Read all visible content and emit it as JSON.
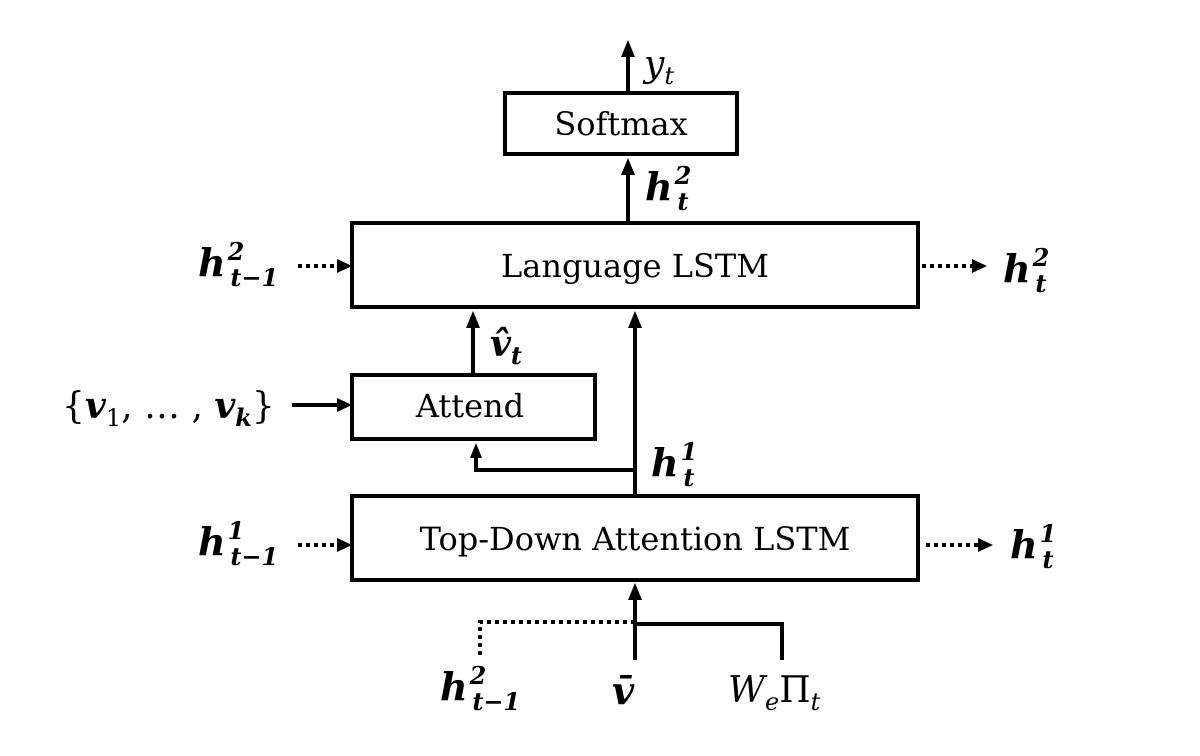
{
  "boxes": {
    "softmax": "Softmax",
    "language_lstm": "Language LSTM",
    "attend": "Attend",
    "top_down_lstm": "Top-Down Attention LSTM"
  },
  "labels": {
    "y_t": {
      "base": "y",
      "sub": "t"
    },
    "h2_t_top": {
      "base": "h",
      "sup": "2",
      "sub": "t"
    },
    "h2_prev_left": {
      "base": "h",
      "sup": "2",
      "sub": "t−1"
    },
    "h2_t_right": {
      "base": "h",
      "sup": "2",
      "sub": "t"
    },
    "v_hat_t": {
      "base": "v̂",
      "sub": "t"
    },
    "v_set": {
      "open": "{",
      "v1": "v",
      "v1_sub": "1",
      "sep": ", … , ",
      "vk": "v",
      "vk_sub": "k",
      "close": "}"
    },
    "h1_t_mid": {
      "base": "h",
      "sup": "1",
      "sub": "t"
    },
    "h1_prev_left": {
      "base": "h",
      "sup": "1",
      "sub": "t−1"
    },
    "h1_t_right": {
      "base": "h",
      "sup": "1",
      "sub": "t"
    },
    "h2_prev_bottom": {
      "base": "h",
      "sup": "2",
      "sub": "t−1"
    },
    "v_bar": {
      "base": "v̄"
    },
    "we_pi": {
      "W": "W",
      "W_sub": "e",
      "Pi": "Π",
      "Pi_sub": "t"
    }
  }
}
